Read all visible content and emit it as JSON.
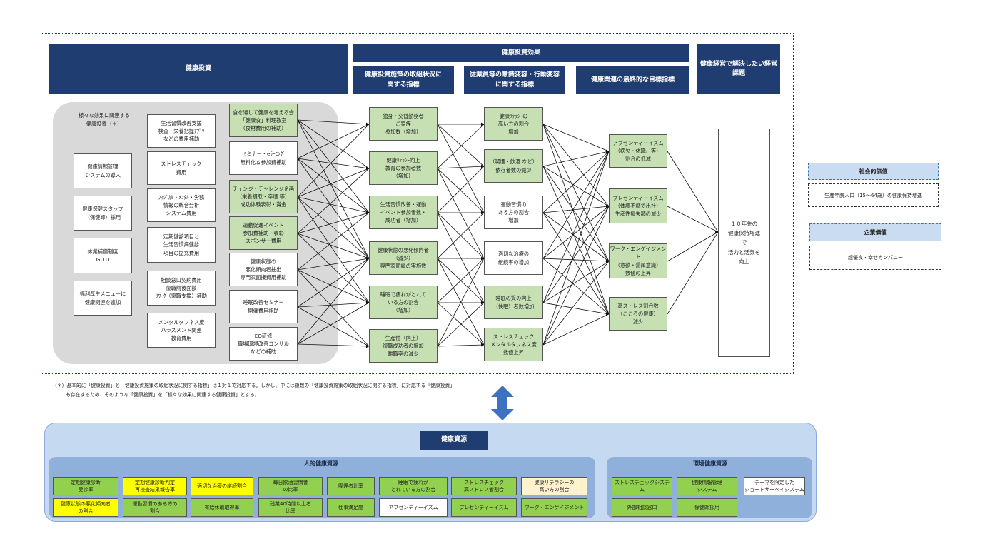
{
  "headers": {
    "investment": "健康投資",
    "effect": "健康投資効果",
    "effect_sub1": "健康投資施策の取組状況に\n関する指標",
    "effect_sub2": "従業員等の意識変容・行動変容\nに関する指標",
    "effect_sub3": "健康関連の最終的な目標指標",
    "issue": "健康経営で解決したい経営\n課題"
  },
  "various_label": "様々な効果に関連する\n健康投資（＊）",
  "col1": [
    "健康情報管理\nシステムの導入",
    "健康保健スタッフ\n（保健師）採用",
    "休業補償制度\nGLTD",
    "福利厚生メニューに\n健康関連を追加"
  ],
  "col2": [
    "生活習慣改善支援\n検査・栄養把握ｱﾌﾟﾘ\nなどの費用補助",
    "ストレスチェック\n費用",
    "ﾌｨｼﾞｶﾙ・ﾒﾝﾀﾙ・労務\n情報の統合分析\nシステム費用",
    "定期健診項目と\n生活習慣病健診\n項目の拡充費用",
    "相談窓口契約費用\n復職前後面談\nﾘﾜｰｸ（復職支援）補助",
    "メンタルタフネス度\nハラスメント関連\n教育費用"
  ],
  "col3": [
    {
      "text": "食を通して健康を考える会\n「健康食」料理教室\n（食材費用の補助）",
      "green": true
    },
    {
      "text": "セミナー・eﾗｰﾆﾝｸﾞ\n無料化＆参加費補助",
      "green": false
    },
    {
      "text": "チェンジ・チャレンジ企画\n（栄養摂取・卒煙 等）\n成功体験表彰・賞金",
      "green": true
    },
    {
      "text": "運動促進イベント\n参加費補助・表彰\nスポンサー費用",
      "green": true
    },
    {
      "text": "健康状態の\n悪化傾向者抽出\n専門家面接費用補助",
      "green": false
    },
    {
      "text": "睡眠改善セミナー\n開催費用補助",
      "green": false
    },
    {
      "text": "EQ研修\n職場環境改善コンサル\nなどの補助",
      "green": false
    }
  ],
  "col4": [
    "独身・交替勤務者\nご家族\n参加数（増加）",
    "健康ﾘﾃﾗｼｰ向上\n教育の参加者数\n（増加）",
    "生活習慣改善・運動\nイベント参加者数・\n成功者（増加）",
    "健康状態の悪化傾向者\n（減少）\n専門家面談の実施数",
    "睡眠で疲れがとれて\nいる方の割合\n（増加）",
    "生産性（向上）\n復職成功者の増加\n離職率の減少"
  ],
  "col5": [
    "健康ﾘﾃﾗｼｰの\n高い方の割合\n増加",
    "（喫煙・飲酒 など）\n依存者数の減少",
    "運動習慣の\nある方の割合\n増加",
    "適切な治療の\n継続率の増加",
    "睡眠の質の向上\n（快眠）者数増加",
    "ストレスチェック\nメンタルタフネス度\n数値上昇"
  ],
  "col6": [
    "アブセンティーイズム\n（病欠・休職、等）\n割合の低減",
    "プレゼンティーイズム\n（体調不調で出社）\n生産性損失額の減少",
    "ワーク・エンゲイジメント\n（意欲・帰属意識）\n数値の上昇",
    "高ストレス割合数\n（こころの健康）\n減少"
  ],
  "issue_text": "１０年先の\n健康保持増進\nで\n活力と活気を\n向上",
  "values": {
    "social_title": "社会的価値",
    "social_text": "生産年齢人口（15～64歳）の健康保持増進",
    "company_title": "企業価値",
    "company_text": "超優良・幸せカンパニー"
  },
  "note_line1": "（＊）基本的に「健康投資」と「健康投資施策の取組状況に関する指標」は１対１で対応する。しかし、中には複数の「健康投資施策の取組状況に関する指標」に対応する「健康投資」",
  "note_line2": "も存在するため、そのような「健康投資」を「様々な効果に関連する健康投資」とする。",
  "resources": {
    "title": "健康資源",
    "human_title": "人的健康資源",
    "env_title": "環境健康資源",
    "human_row1": [
      {
        "text": "定期健康診断\n受診率",
        "color": "green"
      },
      {
        "text": "定期健康診断判定\n再検査結果報告率",
        "color": "yellow"
      },
      {
        "text": "適切な治療の継続割合",
        "color": "yellow"
      },
      {
        "text": "毎日飲酒習慣者\nの比率",
        "color": "green"
      },
      {
        "text": "喫煙者比率",
        "color": "green"
      },
      {
        "text": "睡眠で疲れが\nとれている方の割合",
        "color": "green"
      },
      {
        "text": "ストレスチェック\n高ストレス者割合",
        "color": "green"
      },
      {
        "text": "健康リテラシーの\n高い方の割合",
        "color": "cream"
      }
    ],
    "human_row2": [
      {
        "text": "健康状態の悪化傾向者\nの割合",
        "color": "yellow"
      },
      {
        "text": "運動習慣のある方の\n割合",
        "color": "green"
      },
      {
        "text": "有給休暇取得率",
        "color": "green"
      },
      {
        "text": "残業40時間以上者\n比率",
        "color": "green"
      },
      {
        "text": "仕事満足度",
        "color": "green"
      },
      {
        "text": "アブセンティーイズム",
        "color": "white"
      },
      {
        "text": "プレゼンティーイズム",
        "color": "green"
      },
      {
        "text": "ワーク・エンゲイジメント",
        "color": "green"
      }
    ],
    "env_row1": [
      {
        "text": "ストレスチェックシステム",
        "color": "green"
      },
      {
        "text": "健康情報管理\nシステム",
        "color": "green"
      },
      {
        "text": "テーマを限定した\nショートサーベイシステム",
        "color": "white"
      }
    ],
    "env_row2": [
      {
        "text": "外部相談窓口",
        "color": "green"
      },
      {
        "text": "保健師採用",
        "color": "green"
      }
    ]
  },
  "colors": {
    "header": "#1f3d70",
    "green_box": "#c6e0b4",
    "resource_green": "#92d050",
    "resource_yellow": "#ffff00",
    "arrow": "#3b72c2"
  },
  "edges": {
    "c3_c4": [
      [
        0,
        0
      ],
      [
        0,
        1
      ],
      [
        0,
        2
      ],
      [
        0,
        3
      ],
      [
        1,
        0
      ],
      [
        1,
        1
      ],
      [
        1,
        2
      ],
      [
        1,
        3
      ],
      [
        2,
        0
      ],
      [
        2,
        1
      ],
      [
        2,
        2
      ],
      [
        2,
        3
      ],
      [
        2,
        4
      ],
      [
        3,
        1
      ],
      [
        3,
        2
      ],
      [
        3,
        3
      ],
      [
        3,
        4
      ],
      [
        4,
        2
      ],
      [
        4,
        3
      ],
      [
        4,
        4
      ],
      [
        4,
        5
      ],
      [
        5,
        3
      ],
      [
        5,
        4
      ],
      [
        5,
        5
      ],
      [
        6,
        3
      ],
      [
        6,
        4
      ],
      [
        6,
        5
      ]
    ],
    "c4_c5": [
      [
        0,
        0
      ],
      [
        0,
        1
      ],
      [
        0,
        2
      ],
      [
        1,
        0
      ],
      [
        1,
        1
      ],
      [
        1,
        2
      ],
      [
        1,
        3
      ],
      [
        2,
        1
      ],
      [
        2,
        2
      ],
      [
        2,
        3
      ],
      [
        2,
        4
      ],
      [
        3,
        2
      ],
      [
        3,
        3
      ],
      [
        3,
        4
      ],
      [
        3,
        5
      ],
      [
        4,
        3
      ],
      [
        4,
        4
      ],
      [
        4,
        5
      ],
      [
        5,
        3
      ],
      [
        5,
        4
      ],
      [
        5,
        5
      ]
    ],
    "c5_c6": [
      [
        0,
        0
      ],
      [
        0,
        1
      ],
      [
        0,
        2
      ],
      [
        0,
        3
      ],
      [
        1,
        0
      ],
      [
        1,
        1
      ],
      [
        1,
        2
      ],
      [
        1,
        3
      ],
      [
        2,
        0
      ],
      [
        2,
        1
      ],
      [
        2,
        2
      ],
      [
        2,
        3
      ],
      [
        3,
        0
      ],
      [
        3,
        1
      ],
      [
        3,
        2
      ],
      [
        3,
        3
      ],
      [
        4,
        0
      ],
      [
        4,
        1
      ],
      [
        4,
        2
      ],
      [
        4,
        3
      ],
      [
        5,
        0
      ],
      [
        5,
        1
      ],
      [
        5,
        2
      ],
      [
        5,
        3
      ]
    ]
  }
}
